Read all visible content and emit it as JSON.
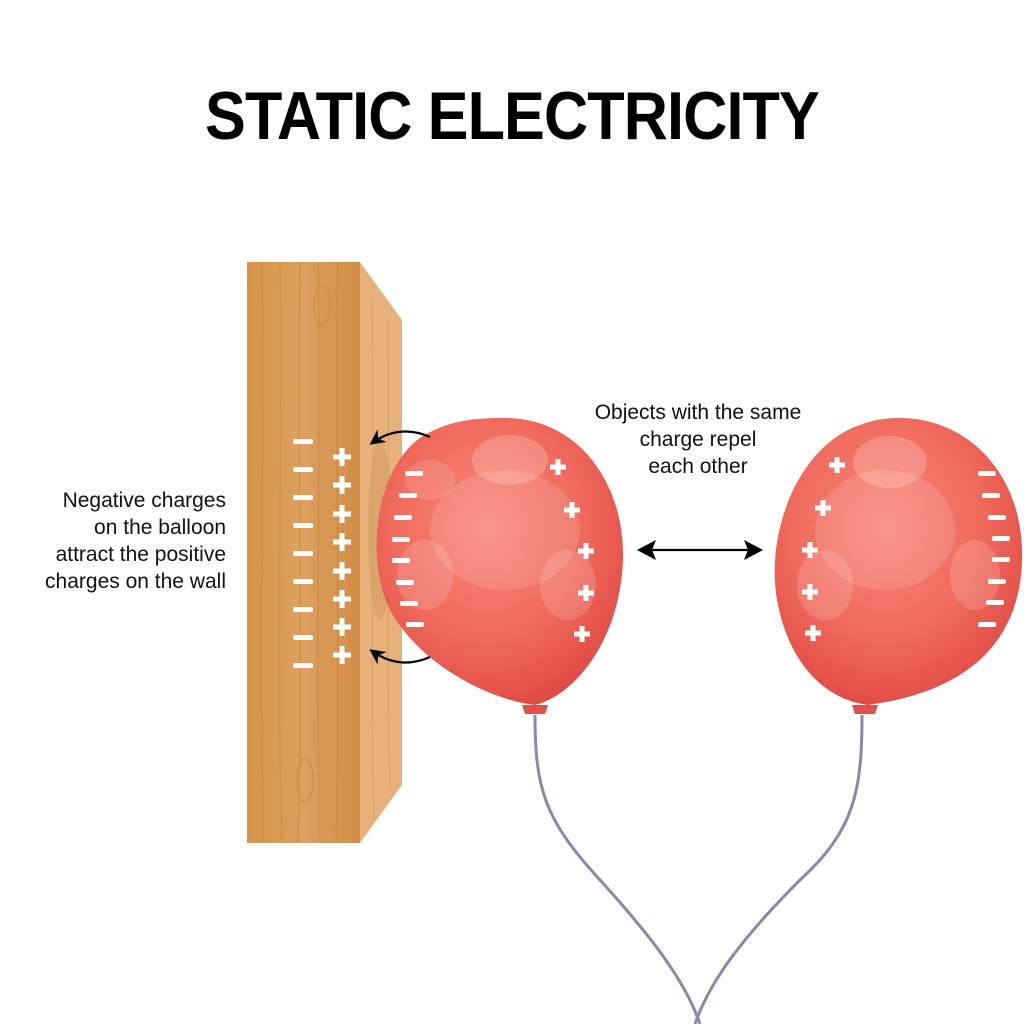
{
  "title": "STATIC ELECTRICITY",
  "labels": {
    "attraction": "Negative charges on the balloon attract the positive charges on the wall",
    "attraction_lines": [
      "Negative charges",
      "on the balloon",
      "attract the positive",
      "charges on the wall"
    ],
    "repulsion": "Objects with the same charge repel each other",
    "repulsion_lines": [
      "Objects with the same",
      "charge repel",
      "each other"
    ]
  },
  "wall": {
    "material": "wood",
    "front_color": "#d9994f",
    "side_color": "#e6b27a",
    "negative_charges": 9,
    "positive_charges": 8
  },
  "balloons": [
    {
      "name": "left-balloon",
      "color": "#ef5a4f",
      "negative_charges": 8,
      "positive_charges": 5,
      "negative_side": "left",
      "positive_side": "right"
    },
    {
      "name": "right-balloon",
      "color": "#ef5a4f",
      "negative_charges": 8,
      "positive_charges": 5,
      "negative_side": "right",
      "positive_side": "left"
    }
  ],
  "string_color": "#8a88a8",
  "arrows": [
    {
      "name": "attract-arrow-top",
      "direction": "balloon-to-wall"
    },
    {
      "name": "attract-arrow-bottom",
      "direction": "balloon-to-wall"
    },
    {
      "name": "repel-arrow",
      "direction": "bidirectional"
    }
  ]
}
